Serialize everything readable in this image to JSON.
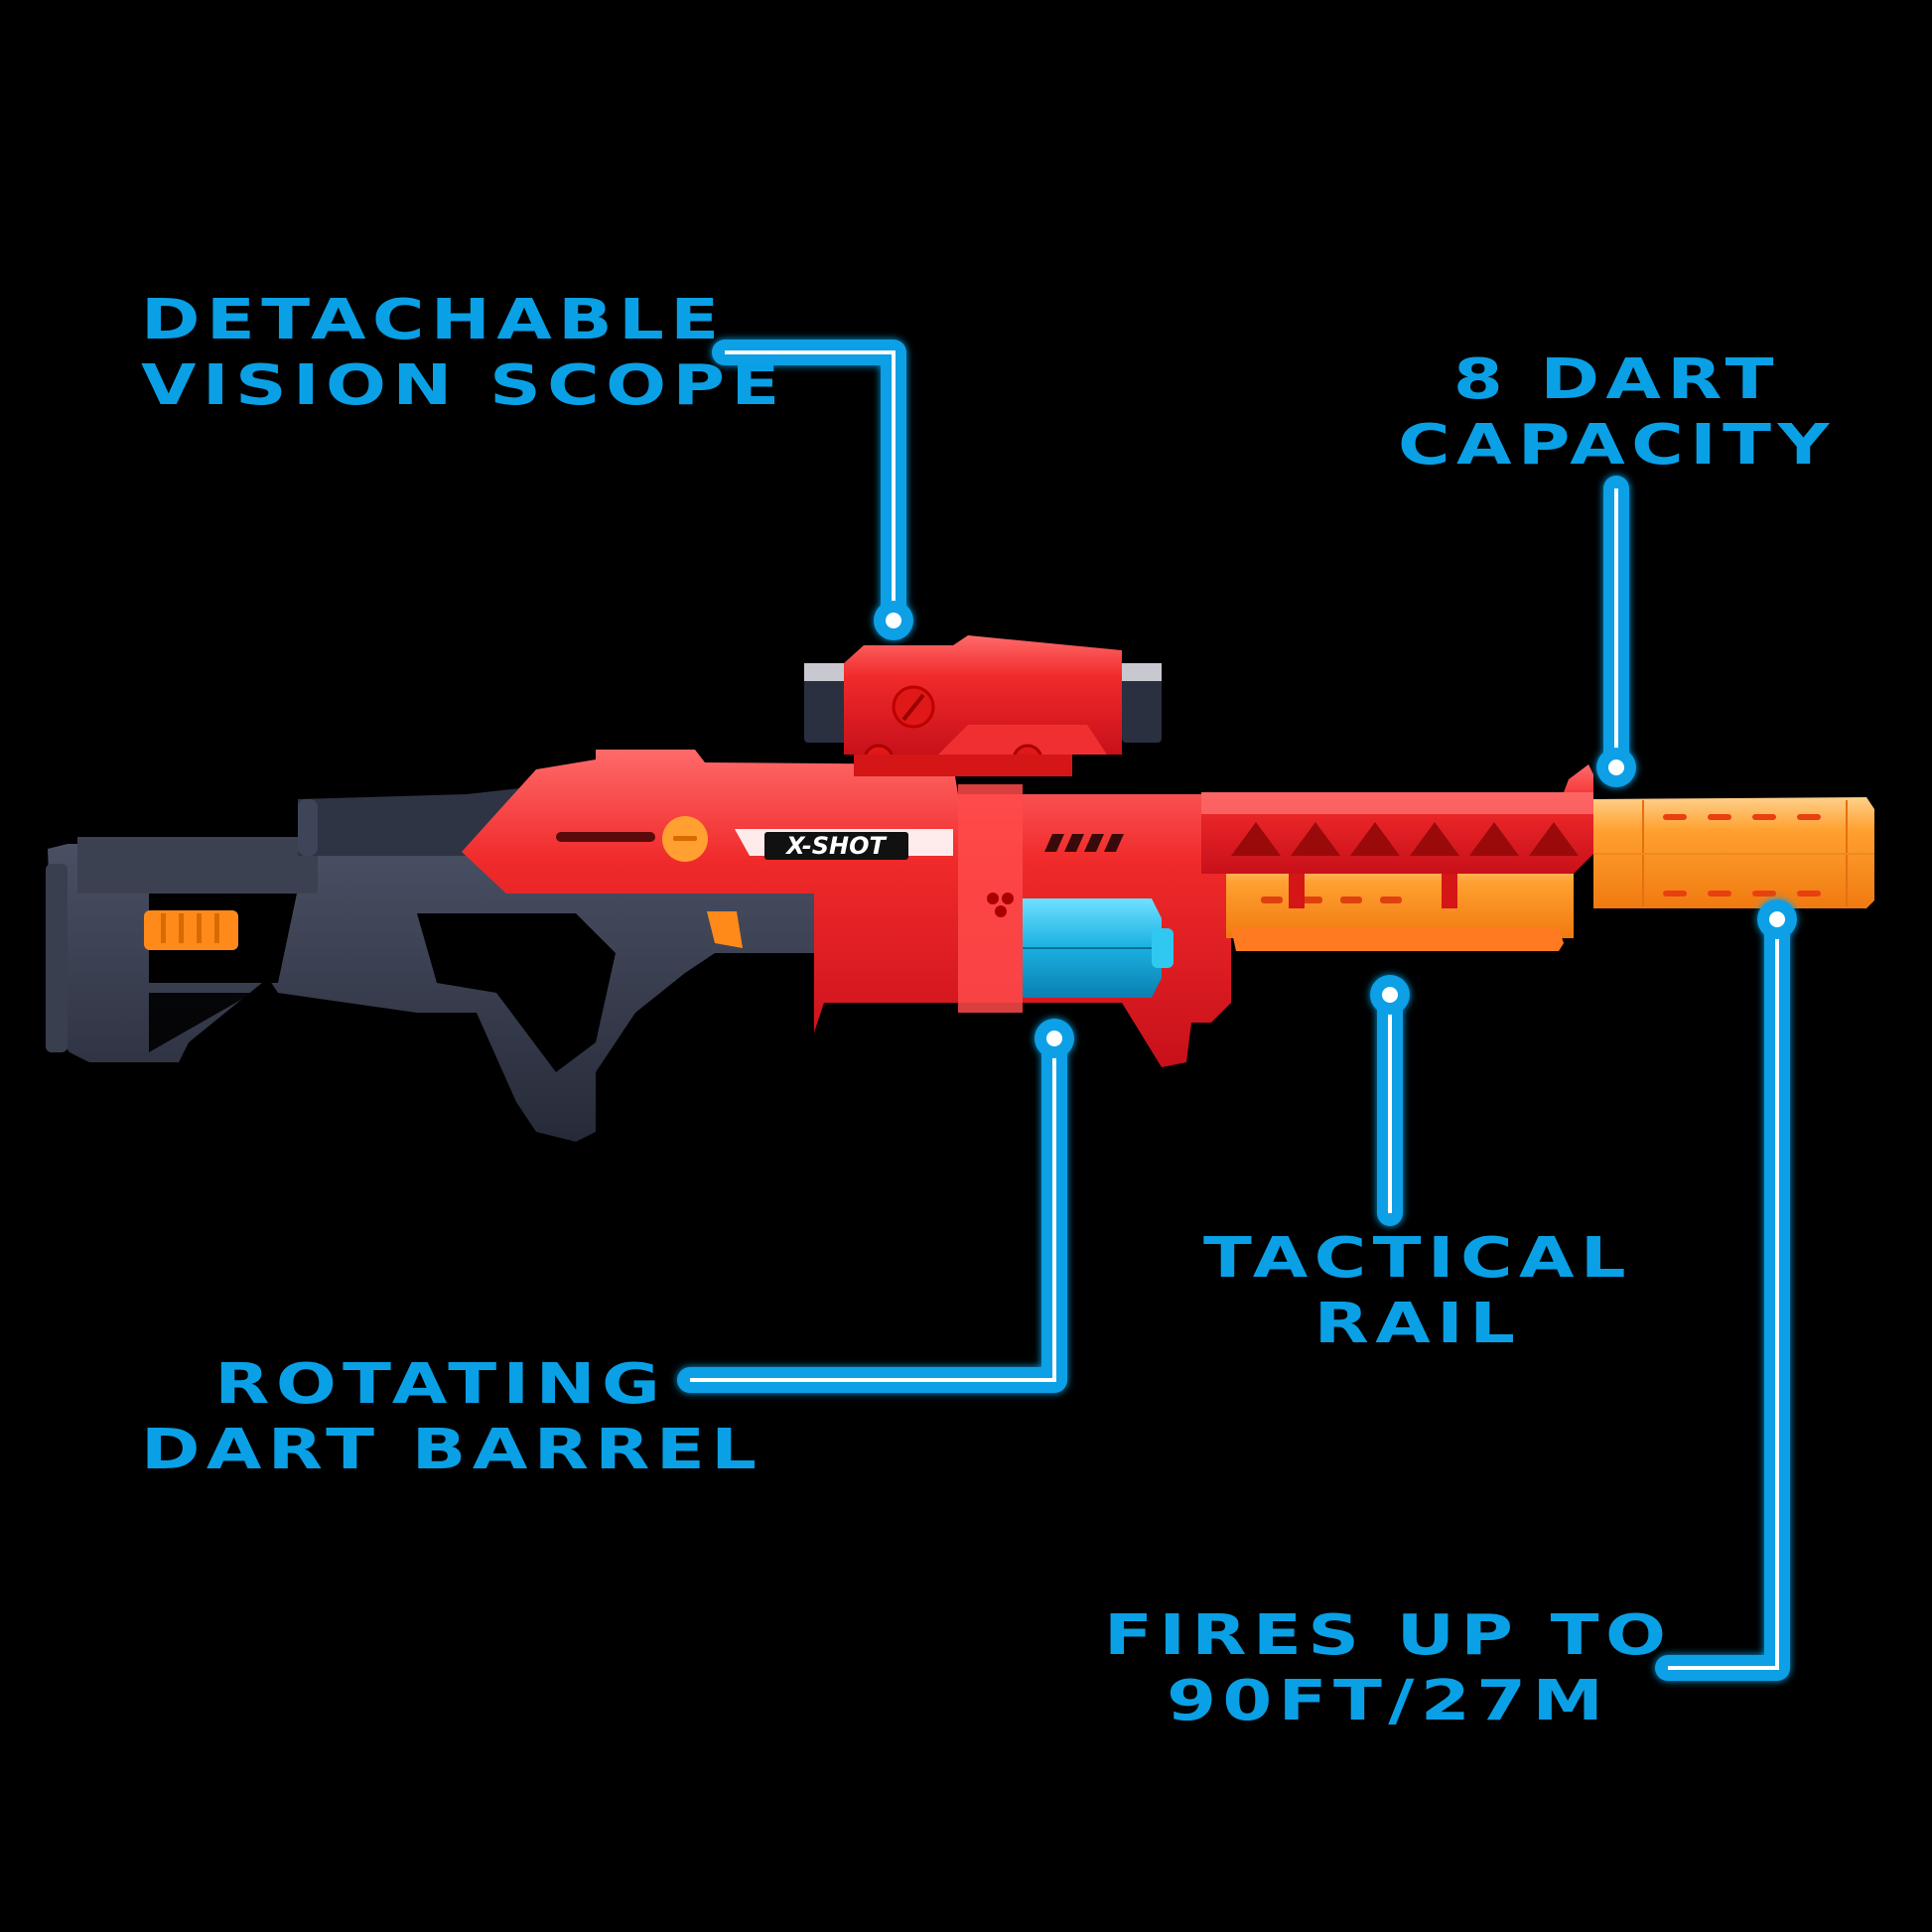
{
  "product": {
    "brand_logo": "X-SHOT",
    "colors": {
      "background": "#000000",
      "label_blue": "#0aa0e6",
      "callout_core": "#ffffff",
      "body_red": "#e8191e",
      "body_red_light": "#ff5a5a",
      "stock_navy": "#2b3040",
      "barrel_orange": "#ff8a1a",
      "drum_blue": "#1ab8e8"
    }
  },
  "callouts": [
    {
      "id": "scope",
      "lines": [
        "DETACHABLE",
        "VISION SCOPE"
      ]
    },
    {
      "id": "capacity",
      "lines": [
        "8 DART",
        "CAPACITY"
      ]
    },
    {
      "id": "barrel",
      "lines": [
        "ROTATING",
        "DART BARREL"
      ]
    },
    {
      "id": "rail",
      "lines": [
        "TACTICAL",
        "RAIL"
      ]
    },
    {
      "id": "range",
      "lines": [
        "FIRES UP TO",
        "90FT/27M"
      ]
    }
  ]
}
